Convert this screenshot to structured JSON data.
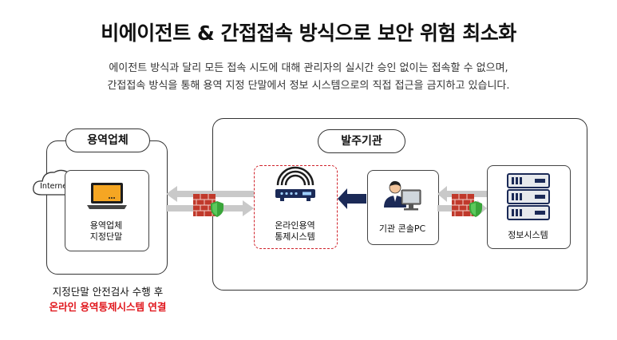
{
  "title": "비에이전트 & 간접접속 방식으로 보안 위험 최소화",
  "subtitle": {
    "line1": "에이전트 방식과 달리 모든 접속 시도에 대해 관리자의 실시간 승인 없이는 접속할 수 없으며,",
    "line2": "간접접속 방식을 통해 용역 지정 단말에서 정보 시스템으로의 직접 접근을 금지하고 있습니다."
  },
  "vendor": {
    "header": "용역업체",
    "internet_label": "Internet",
    "terminal_label_1": "용역업체",
    "terminal_label_2": "지정단말"
  },
  "client": {
    "header": "발주기관",
    "control_label_1": "온라인용역",
    "control_label_2": "통제시스템",
    "pc_label": "기관 콘솔PC",
    "server_label": "정보시스템"
  },
  "note": {
    "line1": "지정단말 안전검사 수행 후",
    "line2": "온라인 용역통제시스템 연결"
  },
  "colors": {
    "accent_red": "#e0161c",
    "navy": "#1b2a57",
    "firewall": "#c0392b",
    "shield": "#3aa53a"
  }
}
